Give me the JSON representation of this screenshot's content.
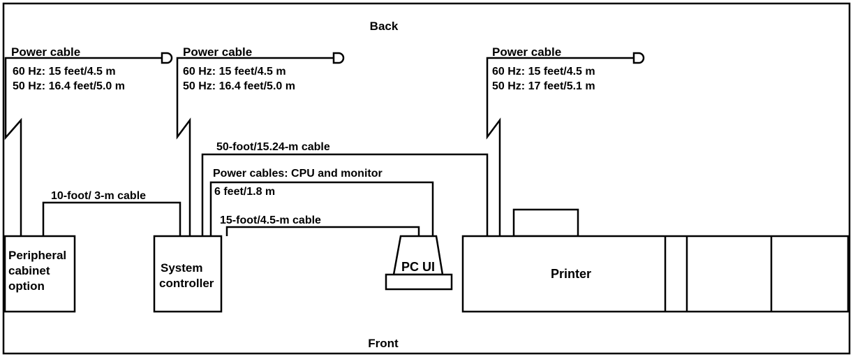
{
  "sides": {
    "back": "Back",
    "front": "Front"
  },
  "power_cables": {
    "peripheral": {
      "title": "Power cable",
      "line1": "60 Hz: 15 feet/4.5 m",
      "line2": "50 Hz: 16.4 feet/5.0 m"
    },
    "controller": {
      "title": "Power cable",
      "line1": "60 Hz: 15 feet/4.5 m",
      "line2": "50 Hz: 16.4 feet/5.0 m"
    },
    "printer": {
      "title": "Power cable",
      "line1": "60 Hz: 15 feet/4.5 m",
      "line2": "50 Hz: 17 feet/5.1 m"
    }
  },
  "cables": {
    "peripheral_to_controller": "10-foot/ 3-m cable",
    "controller_to_printer": "50-foot/15.24-m cable",
    "cpu_monitor_title": "Power cables: CPU and monitor",
    "cpu_monitor_length": "6 feet/1.8 m",
    "controller_to_pc": "15-foot/4.5-m cable"
  },
  "devices": {
    "peripheral": [
      "Peripheral",
      "cabinet",
      "option"
    ],
    "controller": [
      "System",
      "controller"
    ],
    "pc": "PC UI",
    "printer": "Printer"
  }
}
